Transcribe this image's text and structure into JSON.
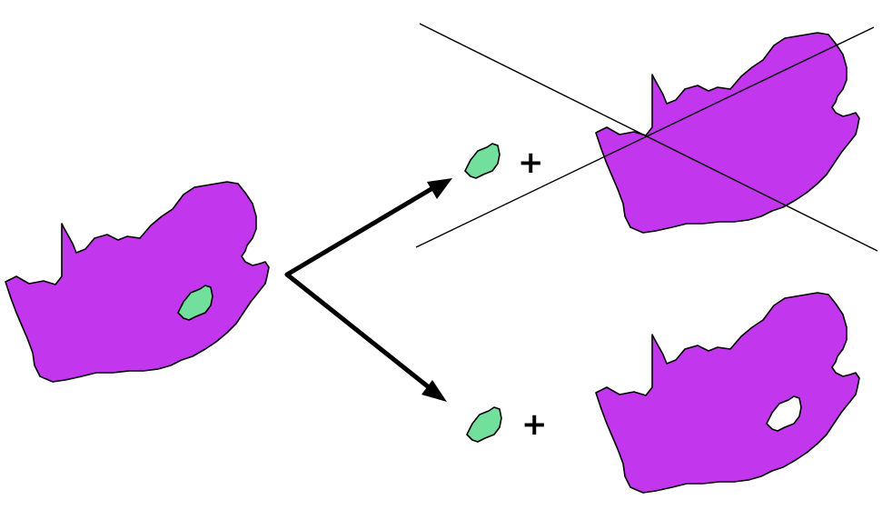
{
  "diagram": {
    "operator_top": "+",
    "operator_bottom": "+",
    "colors": {
      "country_fill": "#c236ee",
      "enclave_fill": "#72e09c",
      "outline": "#000000",
      "background": "#ffffff"
    },
    "shapes": {
      "source": "country-with-enclave",
      "top_result": [
        "enclave",
        "country-unchanged",
        "crossed-out"
      ],
      "bottom_result": [
        "enclave",
        "country-with-hole"
      ]
    }
  }
}
